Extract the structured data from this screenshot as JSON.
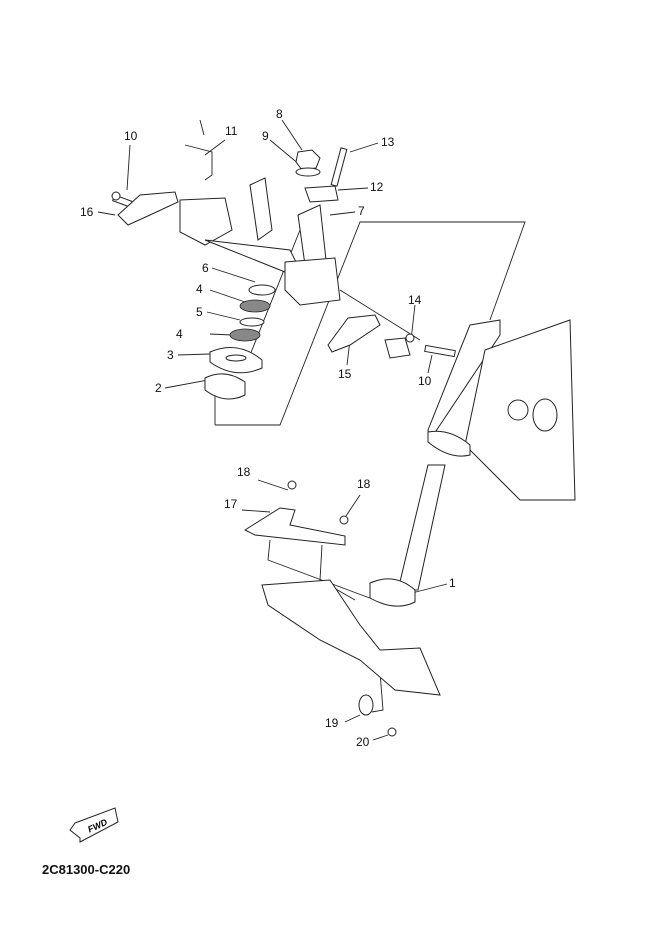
{
  "diagram": {
    "title_code": "2C81300-C220",
    "fwd_label": "FWD",
    "callouts": [
      {
        "id": "c10a",
        "text": "10"
      },
      {
        "id": "c11",
        "text": "11"
      },
      {
        "id": "c8",
        "text": "8"
      },
      {
        "id": "c9",
        "text": "9"
      },
      {
        "id": "c13",
        "text": "13"
      },
      {
        "id": "c12",
        "text": "12"
      },
      {
        "id": "c16",
        "text": "16"
      },
      {
        "id": "c7",
        "text": "7"
      },
      {
        "id": "c6",
        "text": "6"
      },
      {
        "id": "c4a",
        "text": "4"
      },
      {
        "id": "c5",
        "text": "5"
      },
      {
        "id": "c4b",
        "text": "4"
      },
      {
        "id": "c3",
        "text": "3"
      },
      {
        "id": "c2",
        "text": "2"
      },
      {
        "id": "c14",
        "text": "14"
      },
      {
        "id": "c15",
        "text": "15"
      },
      {
        "id": "c10b",
        "text": "10"
      },
      {
        "id": "c18a",
        "text": "18"
      },
      {
        "id": "c17",
        "text": "17"
      },
      {
        "id": "c18b",
        "text": "18"
      },
      {
        "id": "c1",
        "text": "1"
      },
      {
        "id": "c19",
        "text": "19"
      },
      {
        "id": "c20",
        "text": "20"
      }
    ]
  }
}
